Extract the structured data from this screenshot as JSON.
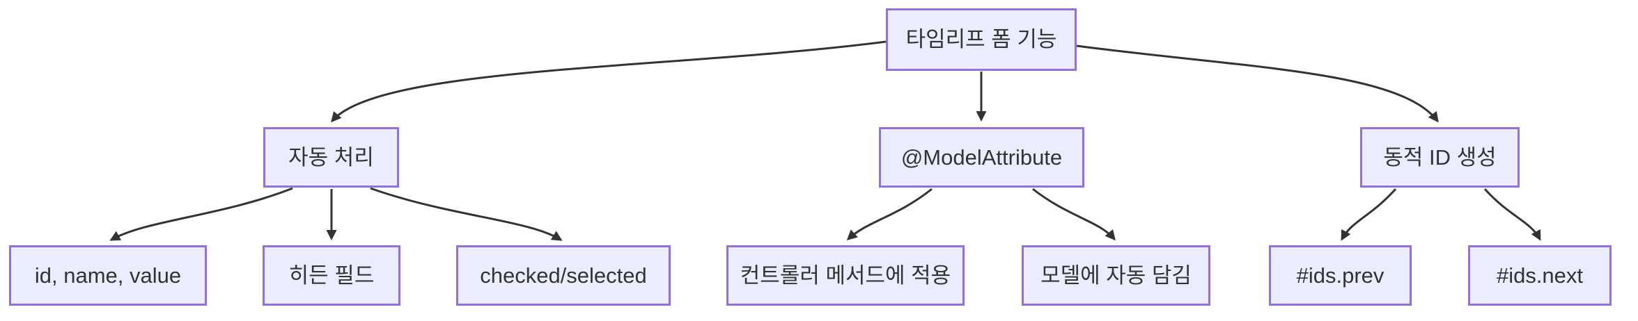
{
  "diagram": {
    "type": "flowchart",
    "direction": "top-down",
    "colors": {
      "node_fill": "#ECECFF",
      "node_border": "#9370DB",
      "edge_color": "#333333",
      "text_color": "#333333",
      "background": "#FFFFFF"
    },
    "nodes": {
      "root": {
        "label": "타임리프 폼 기능"
      },
      "auto_processing": {
        "label": "자동 처리"
      },
      "model_attribute": {
        "label": "@ModelAttribute"
      },
      "dynamic_id": {
        "label": "동적 ID 생성"
      },
      "id_name_value": {
        "label": "id, name, value"
      },
      "hidden_field": {
        "label": "히든 필드"
      },
      "checked_selected": {
        "label": "checked/selected"
      },
      "controller_method": {
        "label": "컨트롤러 메서드에 적용"
      },
      "model_auto": {
        "label": "모델에 자동 담김"
      },
      "ids_prev": {
        "label": "#ids.prev"
      },
      "ids_next": {
        "label": "#ids.next"
      }
    },
    "edges": [
      {
        "from": "root",
        "to": "auto_processing"
      },
      {
        "from": "root",
        "to": "model_attribute"
      },
      {
        "from": "root",
        "to": "dynamic_id"
      },
      {
        "from": "auto_processing",
        "to": "id_name_value"
      },
      {
        "from": "auto_processing",
        "to": "hidden_field"
      },
      {
        "from": "auto_processing",
        "to": "checked_selected"
      },
      {
        "from": "model_attribute",
        "to": "controller_method"
      },
      {
        "from": "model_attribute",
        "to": "model_auto"
      },
      {
        "from": "dynamic_id",
        "to": "ids_prev"
      },
      {
        "from": "dynamic_id",
        "to": "ids_next"
      }
    ]
  }
}
